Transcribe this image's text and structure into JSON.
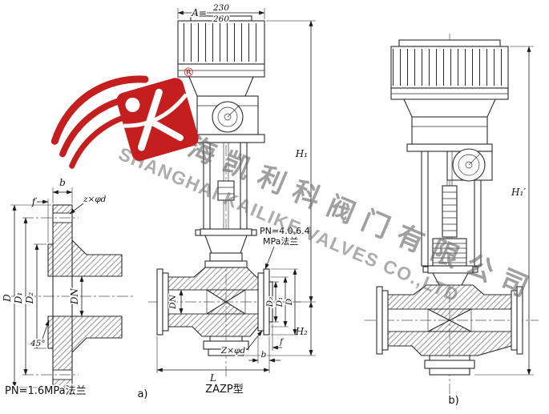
{
  "watermark": {
    "chinese": "上海凯利科阀门有限公司",
    "english": "SHANGHAI KAILIKE VALVES CO.,LTD"
  },
  "logo": {
    "registered": "®"
  },
  "flange_detail": {
    "caption": "PN=1.6MPa法兰",
    "dim_b": "b",
    "dim_f": "f",
    "dim_bolt": "z×φd",
    "dim_D": "D",
    "dim_D1": "D₁",
    "dim_D2": "D₂",
    "dim_DN": "DN",
    "dim_angle": "45°"
  },
  "valve_a": {
    "caption": "ZAZP型",
    "sublabel": "a)",
    "dim_A_prefix": "A=",
    "dim_A_numerator": "230",
    "dim_A_denominator": "260",
    "dim_H1": "H₁",
    "dim_H2": "H₂",
    "dim_L": "L",
    "dim_bolt": "Z×φd",
    "dim_b": "b",
    "dim_f": "f",
    "dim_DN": "DN",
    "dim_D2": "D₂",
    "dim_D1": "D₁",
    "dim_D": "D",
    "flange_note_line1": "PN=4.0,6.4",
    "flange_note_line2": "MPa法兰"
  },
  "valve_b": {
    "sublabel": "b)",
    "dim_H1": "H₁′"
  }
}
